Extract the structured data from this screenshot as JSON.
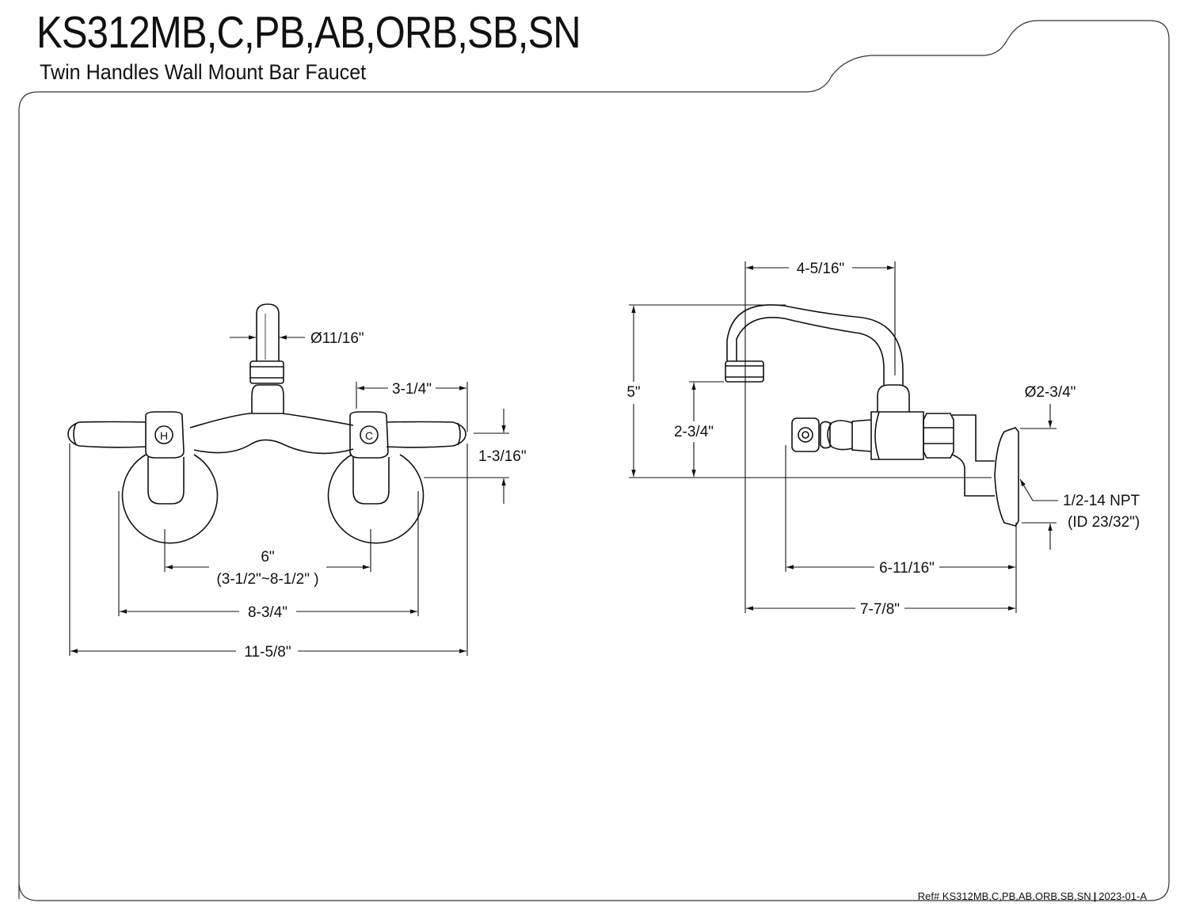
{
  "header": {
    "model": "KS312MB,C,PB,AB,ORB,SB,SN",
    "description": "Twin Handles Wall Mount Bar Faucet"
  },
  "front_view": {
    "handle_hot_mark": "H",
    "handle_cold_mark": "C",
    "dim_spout_diameter": "Ø11/16\"",
    "dim_handle_offset": "3-1/4\"",
    "dim_flange_height": "1-3/16\"",
    "dim_centers": "6\"",
    "dim_centers_range": "(3-1/2\"~8-1/2\" )",
    "dim_flange_span": "8-3/4\"",
    "dim_overall_width": "11-5/8\""
  },
  "side_view": {
    "dim_spout_reach_top": "4-5/16\"",
    "dim_overall_height": "5\"",
    "dim_spout_height": "2-3/4\"",
    "dim_flange_diameter": "Ø2-3/4\"",
    "thread_spec": "1/2-14 NPT",
    "thread_id": "(ID 23/32\")",
    "dim_handle_depth": "6-11/16\"",
    "dim_overall_depth": "7-7/8\""
  },
  "footer": {
    "ref_label": "Ref# KS312MB,C,PB,AB,ORB,SB,SN",
    "separator": "|",
    "revision": "2023-01-A"
  }
}
